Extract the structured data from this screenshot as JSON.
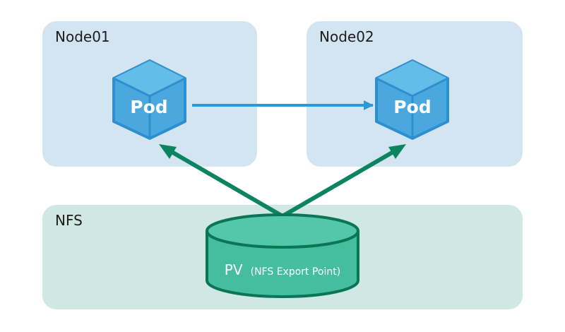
{
  "nodes": [
    {
      "label": "Node01",
      "pod_label": "Pod"
    },
    {
      "label": "Node02",
      "pod_label": "Pod"
    }
  ],
  "nfs": {
    "label": "NFS",
    "volume_main": "PV",
    "volume_sub": "(NFS Export Point)"
  },
  "colors": {
    "node_panel": "#d2e5f0",
    "nfs_panel": "#cfe8e1",
    "pod_fill": "#4aa8de",
    "pod_edge": "#2d8fd0",
    "pod_link_arrow": "#2d9ad6",
    "mount_arrow": "#0c8460",
    "volume_fill": "#45bea0",
    "volume_edge": "#0c7558"
  }
}
